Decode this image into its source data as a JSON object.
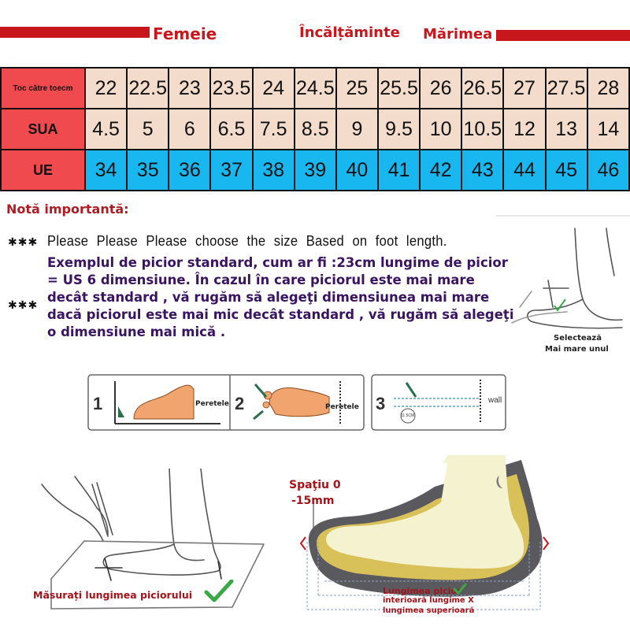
{
  "header": {
    "women": "Femeie",
    "footwear": "Încălțăminte",
    "size": "Mărimea"
  },
  "size_table": {
    "rows": [
      {
        "label": "Toc către toecm",
        "values": [
          "22",
          "22.5",
          "23",
          "23.5",
          "24",
          "24.5",
          "25",
          "25.5",
          "26",
          "26.5",
          "27",
          "27.5",
          "28"
        ]
      },
      {
        "label": "SUA",
        "values": [
          "4.5",
          "5",
          "6",
          "6.5",
          "7.5",
          "8.5",
          "9",
          "9.5",
          "10",
          "10.5",
          "12",
          "13",
          "14"
        ]
      },
      {
        "label": "UE",
        "values": [
          "34",
          "35",
          "36",
          "37",
          "38",
          "39",
          "40",
          "41",
          "42",
          "43",
          "44",
          "45",
          "46"
        ]
      }
    ]
  },
  "notes": {
    "title": "Notă importantă:",
    "stars": "✱✱✱",
    "line1": "Please Please Please choose the size Based on foot length.",
    "paragraph": "Exemplul de picior standard, cum ar fi :23cm lungime de picior = US 6 dimensiune. În cazul în care piciorul este mai mare decât standard , vă rugăm să alegeţi dimensiunea mai mare dacă piciorul este mai mic decât standard , vă rugăm să alegeţi o dimensiune mai mică ."
  },
  "select_larger": {
    "line1": "Selectează",
    "line2": "Mai mare unul"
  },
  "steps": {
    "step1": "1",
    "step2": "2",
    "step3": "3",
    "wall1": "Peretele",
    "wall2": "Peretele",
    "wall3": "wall",
    "measure": "11.5CM"
  },
  "bottom": {
    "measure_label": "Măsurați lungimea piciorului",
    "space_line1": "Spaţiu 0",
    "space_line2": "-15mm",
    "length_line1": "Lungimea picior",
    "length_line2": "interioară lungime X",
    "length_line3": "lungimea superioară"
  },
  "colors": {
    "brand_red": "#c8161d",
    "table_label_red": "#f04a4f",
    "table_peach": "#f3dccb",
    "table_blue": "#19b7ef",
    "check_green": "#3aa845"
  }
}
